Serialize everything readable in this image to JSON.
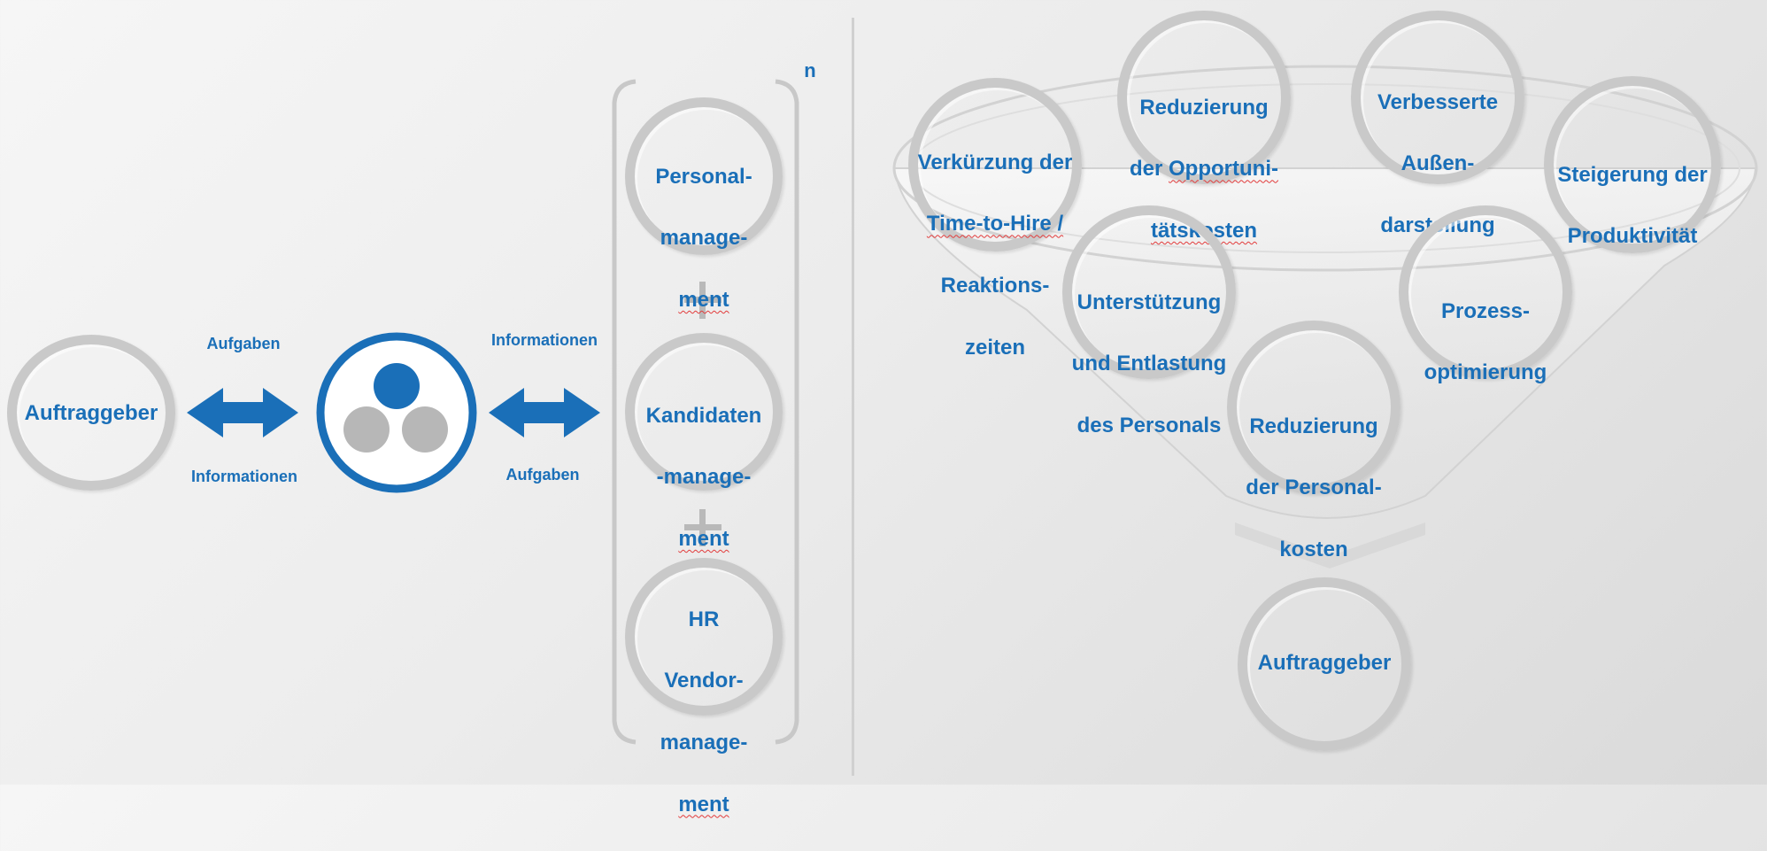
{
  "left": {
    "client_label": "Auftraggeber",
    "arrow1_top": "Aufgaben",
    "arrow1_bottom": "Informationen",
    "arrow2_top": "Informationen",
    "arrow2_bottom": "Aufgaben",
    "multiplier": "n",
    "modules": {
      "personal": {
        "line1": "Personal-",
        "line2": "manage-",
        "line3": "ment"
      },
      "kandidaten": {
        "line1": "Kandidaten",
        "line2": "-manage-",
        "line3": "ment"
      },
      "vendor": {
        "line1": "HR",
        "line2": "Vendor-",
        "line3": "manage-",
        "line4": "ment"
      }
    },
    "plus": "+"
  },
  "funnel": {
    "time_to_hire": {
      "line1": "Verkürzung der",
      "line2": "Time-to-Hire /",
      "line3": "Reaktions-",
      "line4": "zeiten"
    },
    "opportunity": {
      "line1": "Reduzierung",
      "line2_a": "der ",
      "line2_b": "Opportuni-",
      "line3": "tätskosten"
    },
    "outside": {
      "line1": "Verbesserte",
      "line2": "Außen-",
      "line3": "darstellung"
    },
    "productivity": {
      "line1": "Steigerung der",
      "line2": "Produktivität"
    },
    "support": {
      "line1": "Unterstützung",
      "line2": "und Entlastung",
      "line3": "des Personals"
    },
    "process": {
      "line1": "Prozess-",
      "line2": "optimierung"
    },
    "personnel_costs": {
      "line1": "Reduzierung",
      "line2": "der Personal-",
      "line3": "kosten"
    },
    "client_label": "Auftraggeber"
  },
  "colors": {
    "accent": "#1a6fb8",
    "ring": "#c9c9c9",
    "logo_grey": "#b7b7b7"
  }
}
